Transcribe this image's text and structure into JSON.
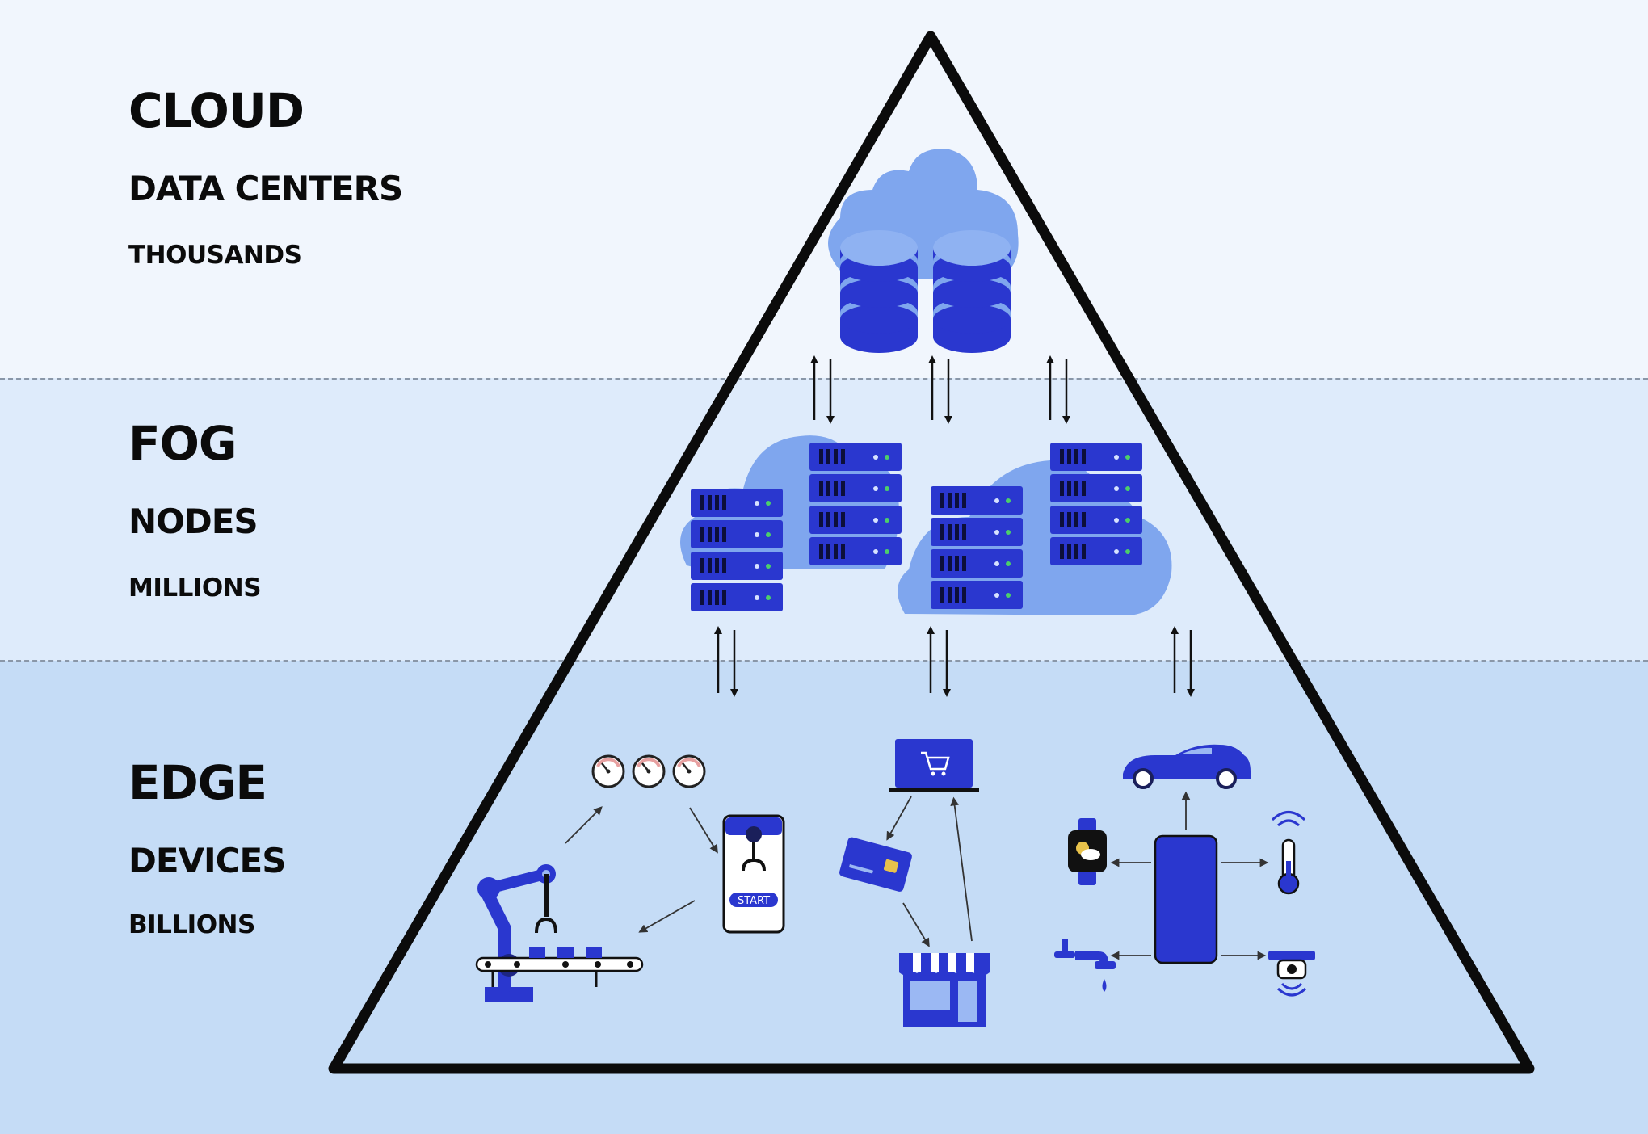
{
  "tiers": [
    {
      "name": "CLOUD",
      "unit": "DATA CENTERS",
      "count": "THOUSANDS"
    },
    {
      "name": "FOG",
      "unit": "NODES",
      "count": "MILLIONS"
    },
    {
      "name": "EDGE",
      "unit": "DEVICES",
      "count": "BILLIONS"
    }
  ],
  "robot_app": {
    "start_label": "START"
  },
  "colors": {
    "cloud_band": "#f1f6fd",
    "fog_band": "#deebfb",
    "edge_band": "#c5dcf6",
    "accent_blue": "#2835d6",
    "cloud_blue": "#7fa6ee",
    "pyramid_outline": "#0b0b0b"
  },
  "icons": [
    "cloud-icon",
    "database-icon",
    "server-rack-icon",
    "gauge-icon",
    "robot-arm-icon",
    "conveyor-icon",
    "smartphone-icon",
    "laptop-cart-icon",
    "credit-card-icon",
    "store-icon",
    "car-icon",
    "smartwatch-icon",
    "thermometer-icon",
    "water-tap-icon",
    "security-camera-icon",
    "bidirectional-arrow-icon"
  ]
}
